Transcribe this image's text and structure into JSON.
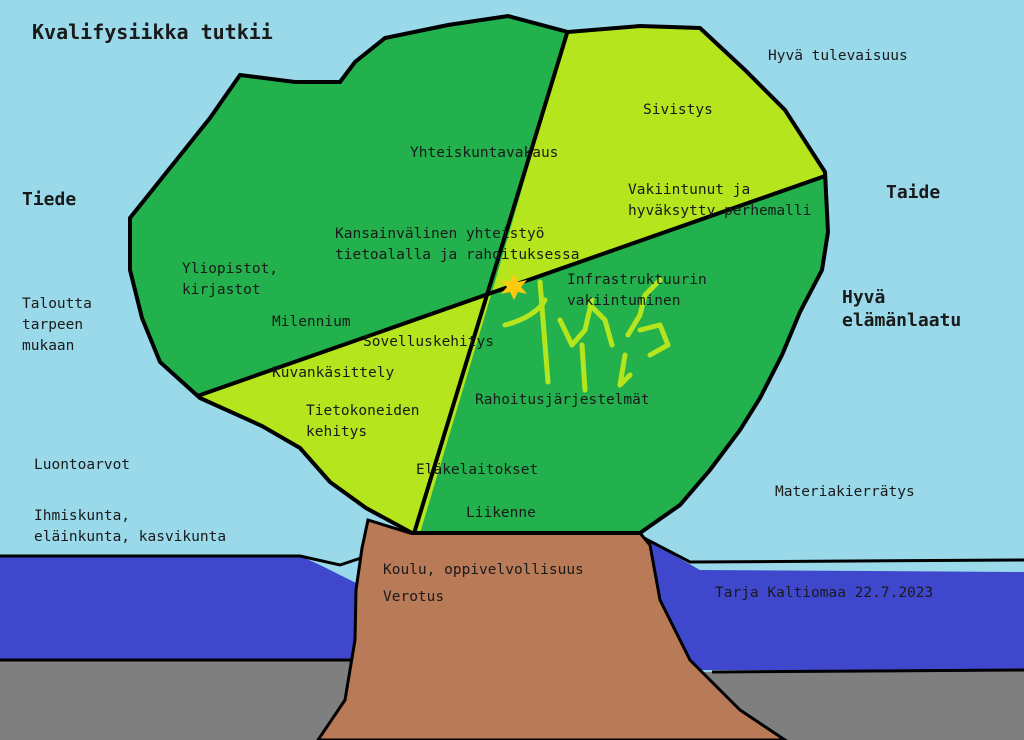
{
  "colors": {
    "sky": "#99d9ea",
    "water": "#3f48cc",
    "ground": "#7f7f7f",
    "trunk": "#b97a57",
    "crown_dark": "#22b14c",
    "crown_light": "#b5e61d",
    "outline": "#000000",
    "star": "#ffc90e",
    "scribble": "#b5e61d"
  },
  "title": "Kvalifysiikka tutkii",
  "outside_left": {
    "tiede": "Tiede",
    "taloutta": "Taloutta\ntarpeen\nmukaan",
    "luontoarvot": "Luontoarvot",
    "ihmiskunta": "Ihmiskunta,\neläinkunta, kasvikunta"
  },
  "outside_right": {
    "hyva_tulevaisuus": "Hyvä tulevaisuus",
    "taide": "Taide",
    "hyva_elamanlaatu": "Hyvä\nelämänlaatu",
    "materiakierratys": "Materiakierrätys",
    "signature": "Tarja Kaltiomaa 22.7.2023"
  },
  "crown": {
    "yhteiskuntavakaus": "Yhteiskuntavakaus",
    "sivistys": "Sivistys",
    "vakiintunut": "Vakiintunut ja\nhyväksytty perhemalli",
    "kansainvalinen": "Kansainvälinen yhteistyö\ntietoalalla ja rahoituksessa",
    "infrastruktuuri": "Infrastruktuurin\nvakiintuminen",
    "yliopistot": "Yliopistot,\nkirjastot",
    "milennium": "Milennium",
    "sovelluskehitys": "Sovelluskehitys",
    "kuvankasittely": "Kuvankäsittely",
    "tietokoneiden": "Tietokoneiden\nkehitys",
    "rahoitus": "Rahoitusjärjestelmät",
    "elakelaitokset": "Eläkelaitokset",
    "liikenne": "Liikenne"
  },
  "trunk": {
    "koulu": "Koulu, oppivelvollisuus",
    "verotus": "Verotus"
  }
}
